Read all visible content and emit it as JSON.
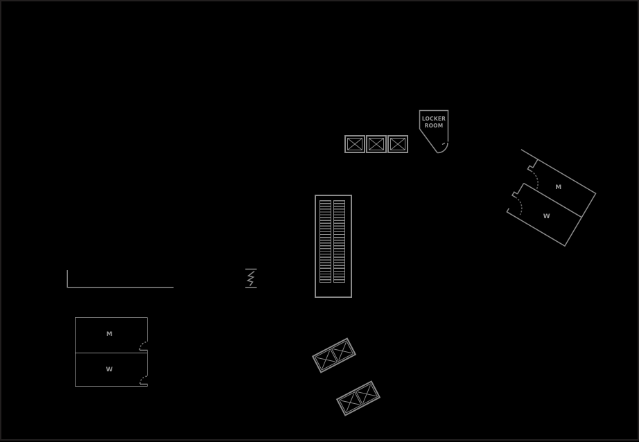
{
  "page": {
    "background": "#000000",
    "frame_color": "#221f1f"
  },
  "plan": {
    "line_color": "#8a8a8a",
    "label_color": "#9a9a9a",
    "locker_room": {
      "line1": "LOCKER",
      "line2": "ROOM"
    },
    "upper_restrooms": {
      "men": "M",
      "women": "W"
    },
    "lower_restrooms": {
      "men": "M",
      "women": "W"
    }
  }
}
